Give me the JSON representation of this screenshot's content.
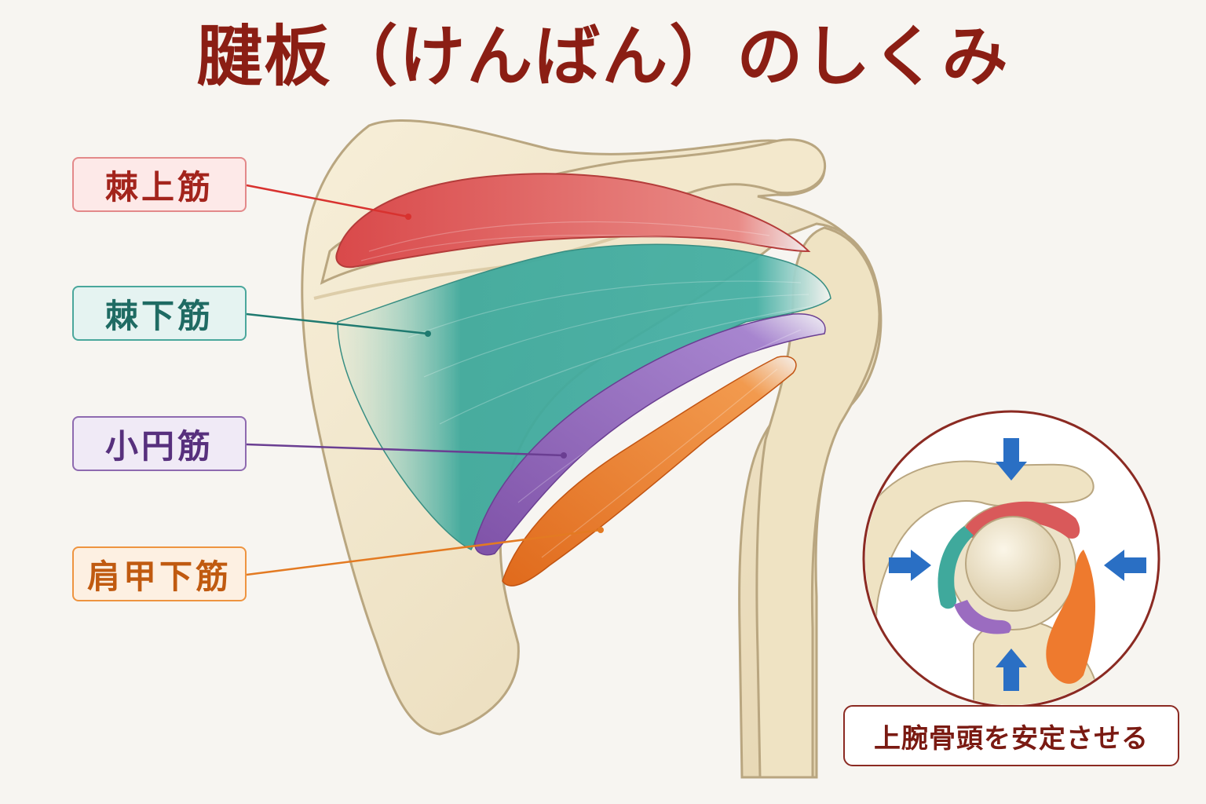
{
  "title": "腱板（けんばん）のしくみ",
  "labels": {
    "supraspinatus": "棘上筋",
    "infraspinatus": "棘下筋",
    "teres_minor": "小円筋",
    "subscapularis": "肩甲下筋"
  },
  "caption": "上腕骨頭を安定させる",
  "colors": {
    "title": "#8b1e14",
    "supraspinatus": "#e0605e",
    "infraspinatus": "#3fa99c",
    "teres_minor": "#9b6cc0",
    "subscapularis": "#ee7a2e",
    "bone": "#efe4c8",
    "arrow": "#2a6fc4"
  }
}
